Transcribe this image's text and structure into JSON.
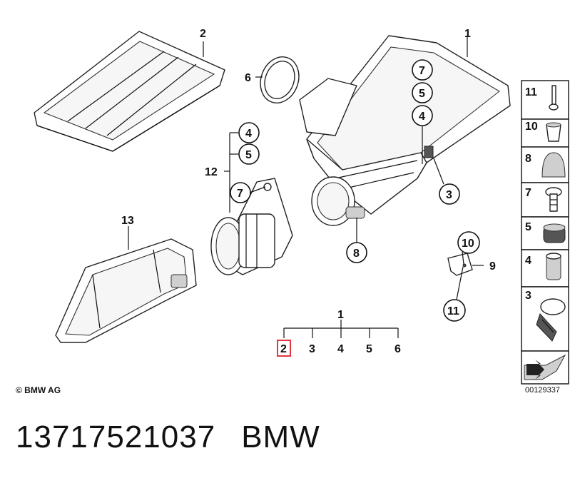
{
  "callouts": {
    "c1_top": "1",
    "c2_top": "2",
    "c6_top": "6",
    "c7a": "7",
    "c5a": "5",
    "c4a": "4",
    "c3a": "3",
    "c4b": "4",
    "c5b": "5",
    "c12": "12",
    "c7b": "7",
    "c8": "8",
    "c13": "13",
    "c10": "10",
    "c9": "9",
    "c11": "11"
  },
  "tree": {
    "root": "1",
    "children": [
      "2",
      "3",
      "4",
      "5",
      "6"
    ],
    "highlighted": "2"
  },
  "side_panel": [
    "11",
    "10",
    "8",
    "7",
    "5",
    "4",
    "3"
  ],
  "footer": {
    "copyright": "© BMW AG",
    "diagram_number": "00129337"
  },
  "part_number": "13717521037",
  "brand": "BMW",
  "colors": {
    "highlight": "#e0202a"
  }
}
